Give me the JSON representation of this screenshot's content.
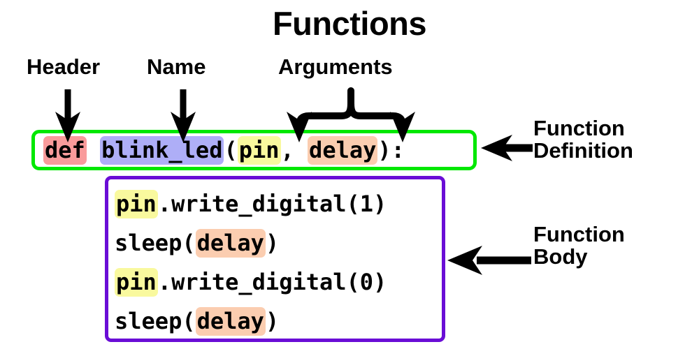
{
  "title": "Functions",
  "colors": {
    "definition_box_border": "#00e800",
    "body_box_border": "#6a0dd6",
    "highlight_keyword": "#f99b9b",
    "highlight_name": "#aeaef7",
    "highlight_arg_pin": "#f9f99e",
    "highlight_arg_delay": "#fbcdb0",
    "text": "#000000",
    "background": "#ffffff"
  },
  "annotations": {
    "header": "Header",
    "name": "Name",
    "arguments": "Arguments",
    "function_definition": "Function\nDefinition",
    "function_definition_line1": "Function",
    "function_definition_line2": "Definition",
    "function_body_line1": "Function",
    "function_body_line2": "Body"
  },
  "code": {
    "definition_line": {
      "segments": [
        {
          "text": "def",
          "highlight": "keyword"
        },
        {
          "text": " ",
          "highlight": "none"
        },
        {
          "text": "blink_led",
          "highlight": "name"
        },
        {
          "text": "(",
          "highlight": "none"
        },
        {
          "text": "pin",
          "highlight": "arg-pin"
        },
        {
          "text": ", ",
          "highlight": "none"
        },
        {
          "text": "delay",
          "highlight": "arg-delay"
        },
        {
          "text": "):",
          "highlight": "none"
        }
      ],
      "plain": "def blink_led(pin, delay):"
    },
    "body_lines": [
      {
        "plain": "pin.write_digital(1)",
        "segments": [
          {
            "text": "pin",
            "highlight": "arg-pin"
          },
          {
            "text": ".write_digital(1)",
            "highlight": "none"
          }
        ]
      },
      {
        "plain": "sleep(delay)",
        "segments": [
          {
            "text": "sleep(",
            "highlight": "none"
          },
          {
            "text": "delay",
            "highlight": "arg-delay"
          },
          {
            "text": ")",
            "highlight": "none"
          }
        ]
      },
      {
        "plain": "pin.write_digital(0)",
        "segments": [
          {
            "text": "pin",
            "highlight": "arg-pin"
          },
          {
            "text": ".write_digital(0)",
            "highlight": "none"
          }
        ]
      },
      {
        "plain": "sleep(delay)",
        "segments": [
          {
            "text": "sleep(",
            "highlight": "none"
          },
          {
            "text": "delay",
            "highlight": "arg-delay"
          },
          {
            "text": ")",
            "highlight": "none"
          }
        ]
      }
    ]
  },
  "pointers": [
    {
      "name": "header-arrow",
      "shape": "down-arrow",
      "points_to": "def"
    },
    {
      "name": "name-arrow",
      "shape": "down-arrow",
      "points_to": "blink_led"
    },
    {
      "name": "arguments-brace",
      "shape": "curly-brace",
      "points_to": "pin and delay"
    },
    {
      "name": "function-definition-arrow",
      "shape": "left-arrow",
      "points_to": "definition box"
    },
    {
      "name": "function-body-arrow",
      "shape": "left-arrow",
      "points_to": "body box"
    }
  ]
}
